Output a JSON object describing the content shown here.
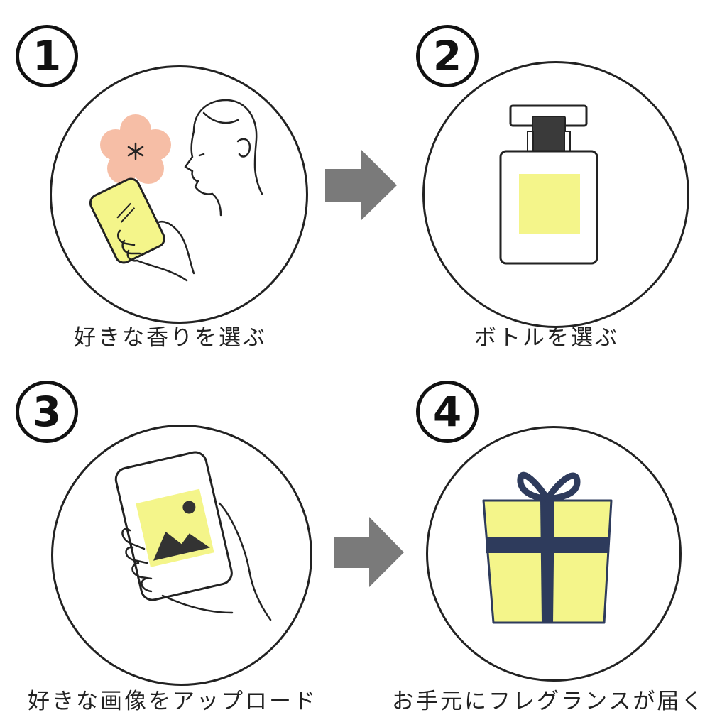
{
  "steps": [
    {
      "number": "1",
      "caption": "好きな香りを選ぶ",
      "illustration": "person-smelling-flower-phone"
    },
    {
      "number": "2",
      "caption": "ボトルを選ぶ",
      "illustration": "perfume-bottle"
    },
    {
      "number": "3",
      "caption": "好きな画像をアップロード",
      "illustration": "hand-phone-image"
    },
    {
      "number": "4",
      "caption": "お手元にフレグランスが届く",
      "illustration": "gift-box"
    }
  ],
  "colors": {
    "accent_yellow": "#f4f58a",
    "flower_pink": "#f6bea6",
    "ribbon_navy": "#2e3b5c",
    "arrow_gray": "#7a7a7a",
    "cap_dark": "#3a3a3a"
  }
}
